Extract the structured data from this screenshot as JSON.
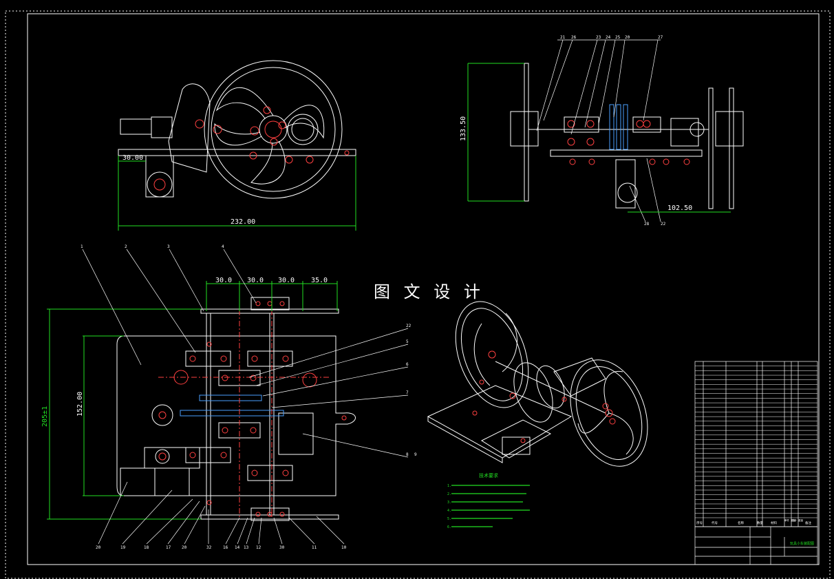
{
  "watermark": "图 文 设 计",
  "front_view": {
    "width_dim": "232.00",
    "offset_dim": "30.00"
  },
  "side_view": {
    "height_dim": "133.50",
    "offset_dim": "102.50",
    "callouts_top": [
      "21",
      "26",
      "23",
      "24",
      "25",
      "20",
      "27"
    ],
    "callouts_bottom": [
      "28",
      "22"
    ]
  },
  "top_view": {
    "spacing_dims": [
      "30.0",
      "30.0",
      "30.0",
      "35.0"
    ],
    "height_dim": "152.00",
    "overall_dim": "205±1",
    "callouts_top": [
      "1",
      "2",
      "3",
      "4"
    ],
    "callouts_right": [
      "22",
      "5",
      "6",
      "7",
      "8",
      "9"
    ],
    "callouts_bottom": [
      "20",
      "19",
      "18",
      "17",
      "20",
      "32",
      "16",
      "14",
      "13",
      "12",
      "30",
      "11",
      "10"
    ]
  },
  "tech_req": {
    "title": "技术要求",
    "lines": [
      "1.",
      "2.",
      "3.",
      "4.",
      "5.",
      "6."
    ]
  },
  "bom": {
    "header": [
      "序号",
      "代号",
      "名称",
      "数量",
      "材料",
      "单件 重量",
      "总计 重量",
      "备注"
    ],
    "rows": 34,
    "title_block_name": "玩具小车装配图"
  },
  "colors": {
    "background": "#000000",
    "lines": "#ffffff",
    "dims": "#22e022",
    "centers": "#ff3030"
  }
}
